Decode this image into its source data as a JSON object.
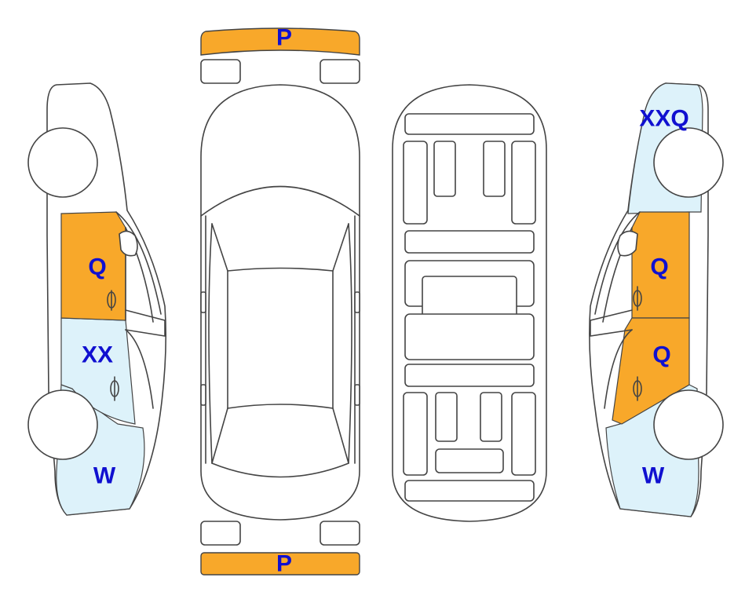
{
  "colors": {
    "orange": "#F8A82A",
    "light_blue": "#DDF2FA",
    "label_blue": "#1010D0",
    "outline": "#444444"
  },
  "labels": {
    "front_bumper": "P",
    "rear_bumper": "P",
    "left_front_door": "Q",
    "left_rear_door": "XX",
    "left_rear_quarter": "W",
    "right_front_quarter": "XXQ",
    "right_front_door": "Q",
    "right_rear_door": "Q",
    "right_rear_quarter": "W"
  }
}
